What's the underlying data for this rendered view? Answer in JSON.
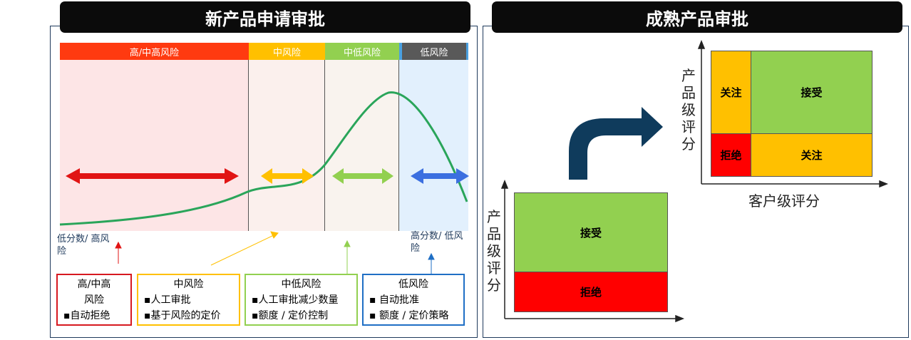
{
  "left_panel": {
    "title": "新产品申请审批",
    "zones": [
      {
        "label": "高/中高风险",
        "color": "#ff3a10"
      },
      {
        "label": "中风险",
        "color": "#ffc000"
      },
      {
        "label": "中低风险",
        "color": "#92d050"
      },
      {
        "label": "低风险",
        "color": "#595959"
      }
    ],
    "left_note": "低分数/ 高风险",
    "right_note": "高分数/ 低风险",
    "boxes": [
      {
        "title": "高/中高",
        "title2": "风险",
        "items": [
          "▪自动拒绝"
        ],
        "color": "#d71920"
      },
      {
        "title": "中风险",
        "items": [
          "▪人工审批",
          "▪基于风险的定价"
        ],
        "color": "#ffc000"
      },
      {
        "title": "中低风险",
        "items": [
          "▪人工审批减少数量",
          "▪额度 / 定价控制"
        ],
        "color": "#92d050"
      },
      {
        "title": "低风险",
        "items": [
          "▪ 自动批准",
          "▪ 额度 / 定价策略"
        ],
        "color": "#1f6fc5"
      }
    ]
  },
  "right_panel": {
    "title": "成熟产品审批",
    "small_matrix": {
      "y_label": "产品级评分",
      "top": "接受",
      "bottom": "拒绝"
    },
    "large_matrix": {
      "y_label": "产品级评分",
      "x_label": "客户级评分",
      "top_left": "关注",
      "top_right": "接受",
      "bottom_left": "拒绝",
      "bottom_right": "关注"
    }
  },
  "colors": {
    "red": "#ff0000",
    "green": "#92d050",
    "amber": "#ffc000",
    "navy": "#0f3b5c",
    "curve": "#2aa55a"
  }
}
